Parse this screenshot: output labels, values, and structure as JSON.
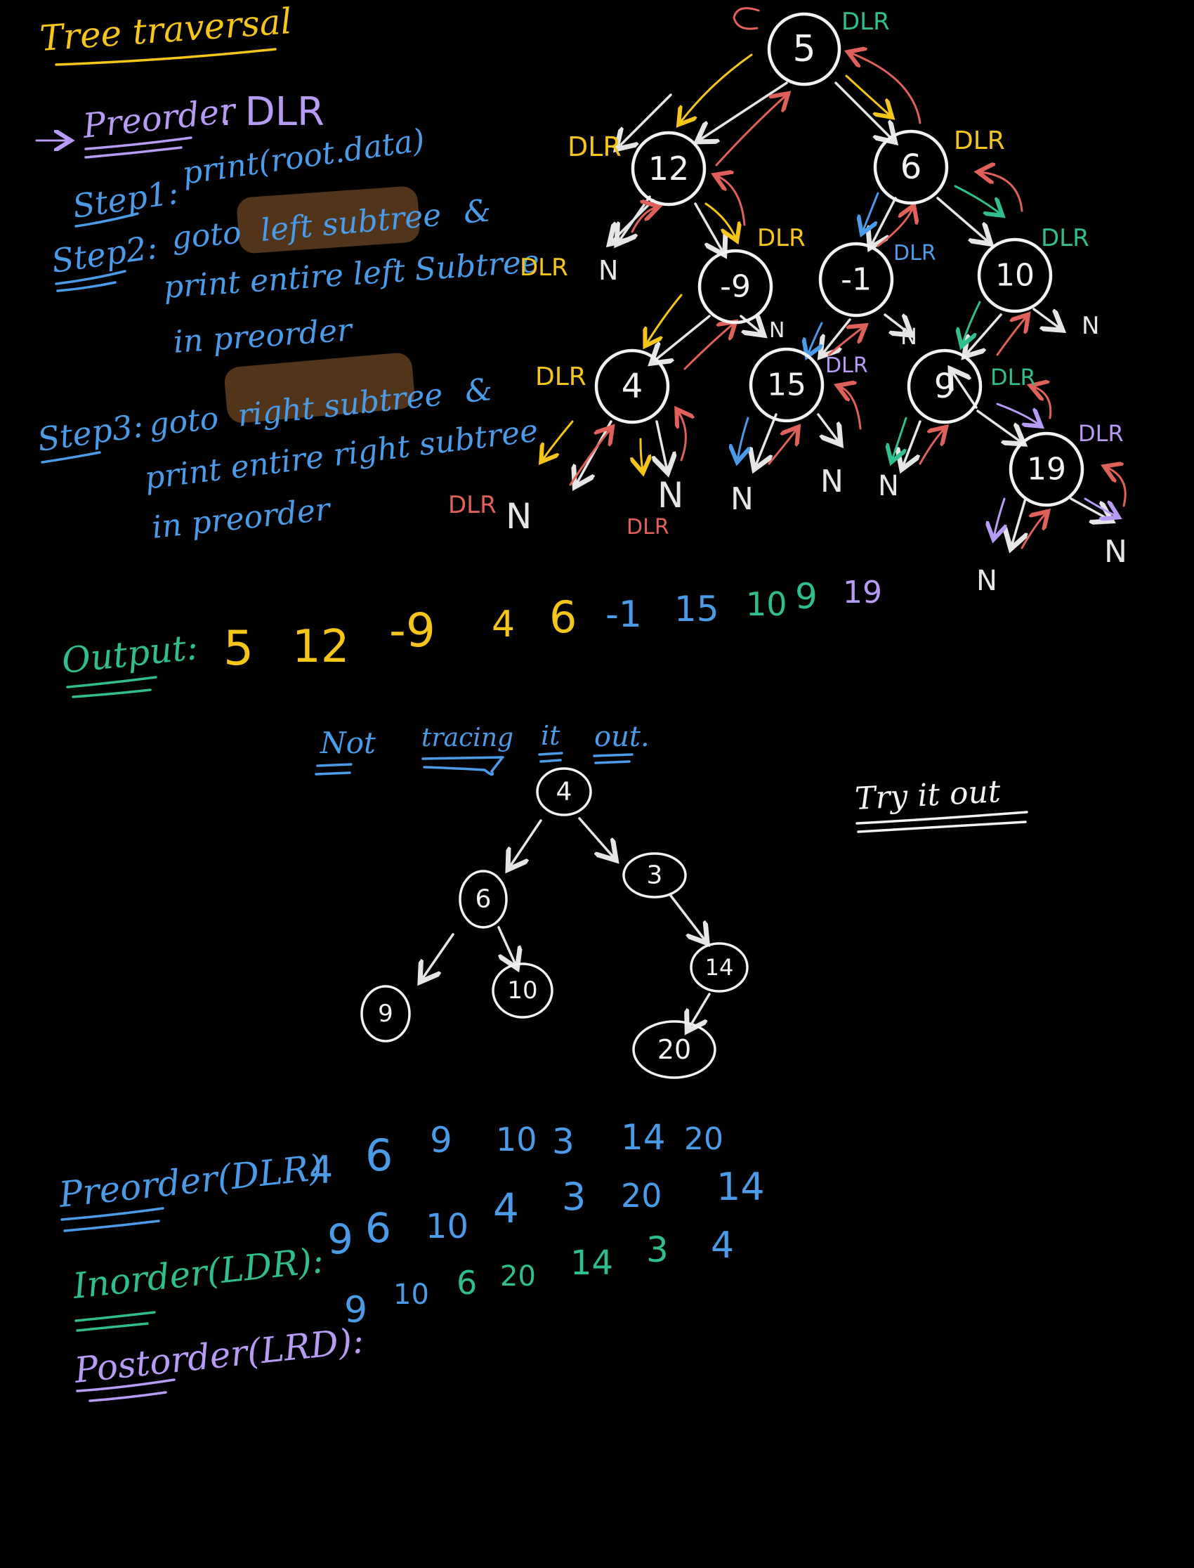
{
  "colors": {
    "background": "#000000",
    "yellow": "#f5c518",
    "purple": "#b79cf5",
    "blue": "#4a9be8",
    "green": "#2fbf8c",
    "white": "#f2f2f2",
    "red": "#e0605a",
    "highlight": "#5a3a1c"
  },
  "title": "Tree traversal",
  "preorder_heading": "Preorder",
  "preorder_heading_suffix": ": DLR",
  "steps": {
    "step1_label": "Step1:",
    "step1_text": "print(root.data)",
    "step2_label": "Step2:",
    "step2_line1_pre": "goto",
    "step2_line1_hl": "left subtree",
    "step2_line1_post": "&",
    "step2_line2": "print entire left Subtree",
    "step2_line3": "in preorder",
    "step3_label": "Step3:",
    "step3_line1_pre": "goto",
    "step3_line1_hl": "right subtree",
    "step3_line1_post": "&",
    "step3_line2": "print entire right subtree",
    "step3_line3": "in preorder"
  },
  "tree1": {
    "nodes": {
      "n5": "5",
      "n12": "12",
      "n6": "6",
      "nm9": "-9",
      "nm1": "-1",
      "n10": "10",
      "n4": "4",
      "n15": "15",
      "n9": "9",
      "n19": "19"
    },
    "null_label": "N",
    "dlr": "DLR"
  },
  "output": {
    "label": "Output:",
    "values": [
      "5",
      "12",
      "-9",
      "4",
      "6",
      "-1",
      "15",
      "10",
      "9",
      "19"
    ]
  },
  "note": {
    "not": "Not",
    "tracing": "tracing",
    "it": "it",
    "out": "out."
  },
  "try_it": "Try it out",
  "tree2": {
    "nodes": {
      "a": "4",
      "b": "6",
      "c": "3",
      "d": "9",
      "e": "10",
      "f": "14",
      "g": "20"
    }
  },
  "traversals": {
    "preorder_label": "Preorder(DLR)",
    "preorder_values": [
      "4",
      "6",
      "9",
      "10",
      "3",
      "14",
      "20"
    ],
    "inorder_label": "Inorder(LDR):",
    "inorder_values": [
      "9",
      "6",
      "10",
      "4",
      "3",
      "20",
      "14"
    ],
    "postorder_label": "Postorder(LRD):",
    "postorder_values": [
      "9",
      "10",
      "6",
      "20",
      "14",
      "3",
      "4"
    ]
  }
}
